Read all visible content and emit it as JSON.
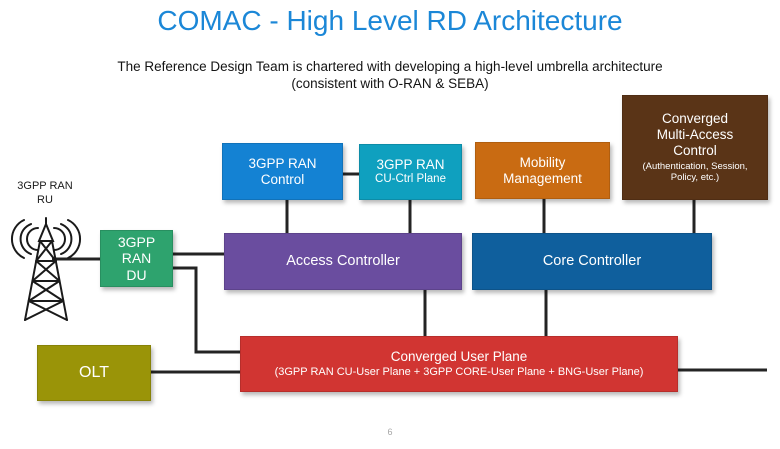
{
  "slide": {
    "title": "COMAC - High Level RD Architecture",
    "subtitle_line1": "The Reference Design Team is chartered with developing a high-level umbrella architecture",
    "subtitle_line2": "(consistent with O-RAN & SEBA)",
    "page_number": "6"
  },
  "colors": {
    "title_text": "#1b87d7",
    "connector": "#242424",
    "ran_control": "#1482d3",
    "cu_ctrl_plane": "#0fa0bf",
    "mobility": "#c96b12",
    "multi_access": "#5a3417",
    "ran_du": "#2ea36e",
    "access_controller": "#6a4d9f",
    "core_controller": "#0f5f9d",
    "olt": "#9a9408",
    "converged_user_plane": "#d13532"
  },
  "nodes": {
    "ru_label": {
      "lines": [
        "3GPP RAN",
        "RU"
      ]
    },
    "ran_control": {
      "lines": [
        "3GPP RAN",
        "Control"
      ]
    },
    "cu_ctrl_plane": {
      "lines": [
        "3GPP RAN",
        "CU-Ctrl Plane"
      ]
    },
    "mobility": {
      "lines": [
        "Mobility",
        "Management"
      ]
    },
    "multi_access": {
      "lines": [
        "Converged",
        "Multi-Access",
        "Control"
      ],
      "sublines": [
        "(Authentication, Session,",
        "Policy, etc.)"
      ]
    },
    "ran_du": {
      "lines": [
        "3GPP",
        "RAN",
        "DU"
      ]
    },
    "access_controller": {
      "label": "Access Controller"
    },
    "core_controller": {
      "label": "Core Controller"
    },
    "olt": {
      "label": "OLT"
    },
    "converged_user_plane": {
      "label": "Converged User Plane",
      "sublabel": "(3GPP RAN CU-User Plane + 3GPP CORE-User Plane + BNG-User Plane)"
    }
  }
}
